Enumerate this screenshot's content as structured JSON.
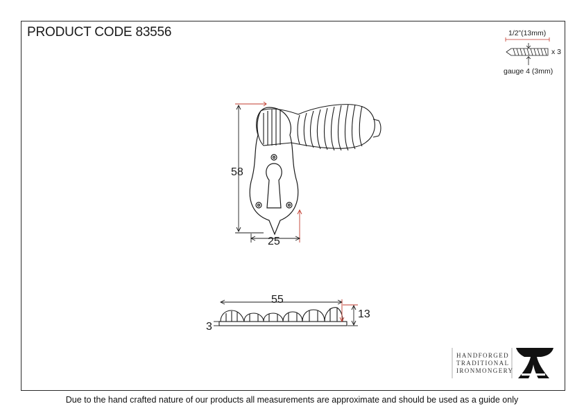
{
  "header": {
    "product_code": "PRODUCT CODE 83556"
  },
  "screw": {
    "length_label": "1/2”(13mm)",
    "count_label": "x 3",
    "gauge_label": "gauge 4 (3mm)"
  },
  "front_view": {
    "height_label": "58",
    "width_label": "25"
  },
  "side_view": {
    "length_label": "55",
    "height_label": "13",
    "plate_label": "3"
  },
  "brand": {
    "line1": "HANDFORGED",
    "line2": "TRADITIONAL",
    "line3": "IRONMONGERY"
  },
  "footer": {
    "disclaimer": "Due to the hand crafted nature of our products all measurements are approximate and should be used as a guide only"
  },
  "colors": {
    "line": "#1a1a1a",
    "dimension_accent": "#c0392b"
  }
}
